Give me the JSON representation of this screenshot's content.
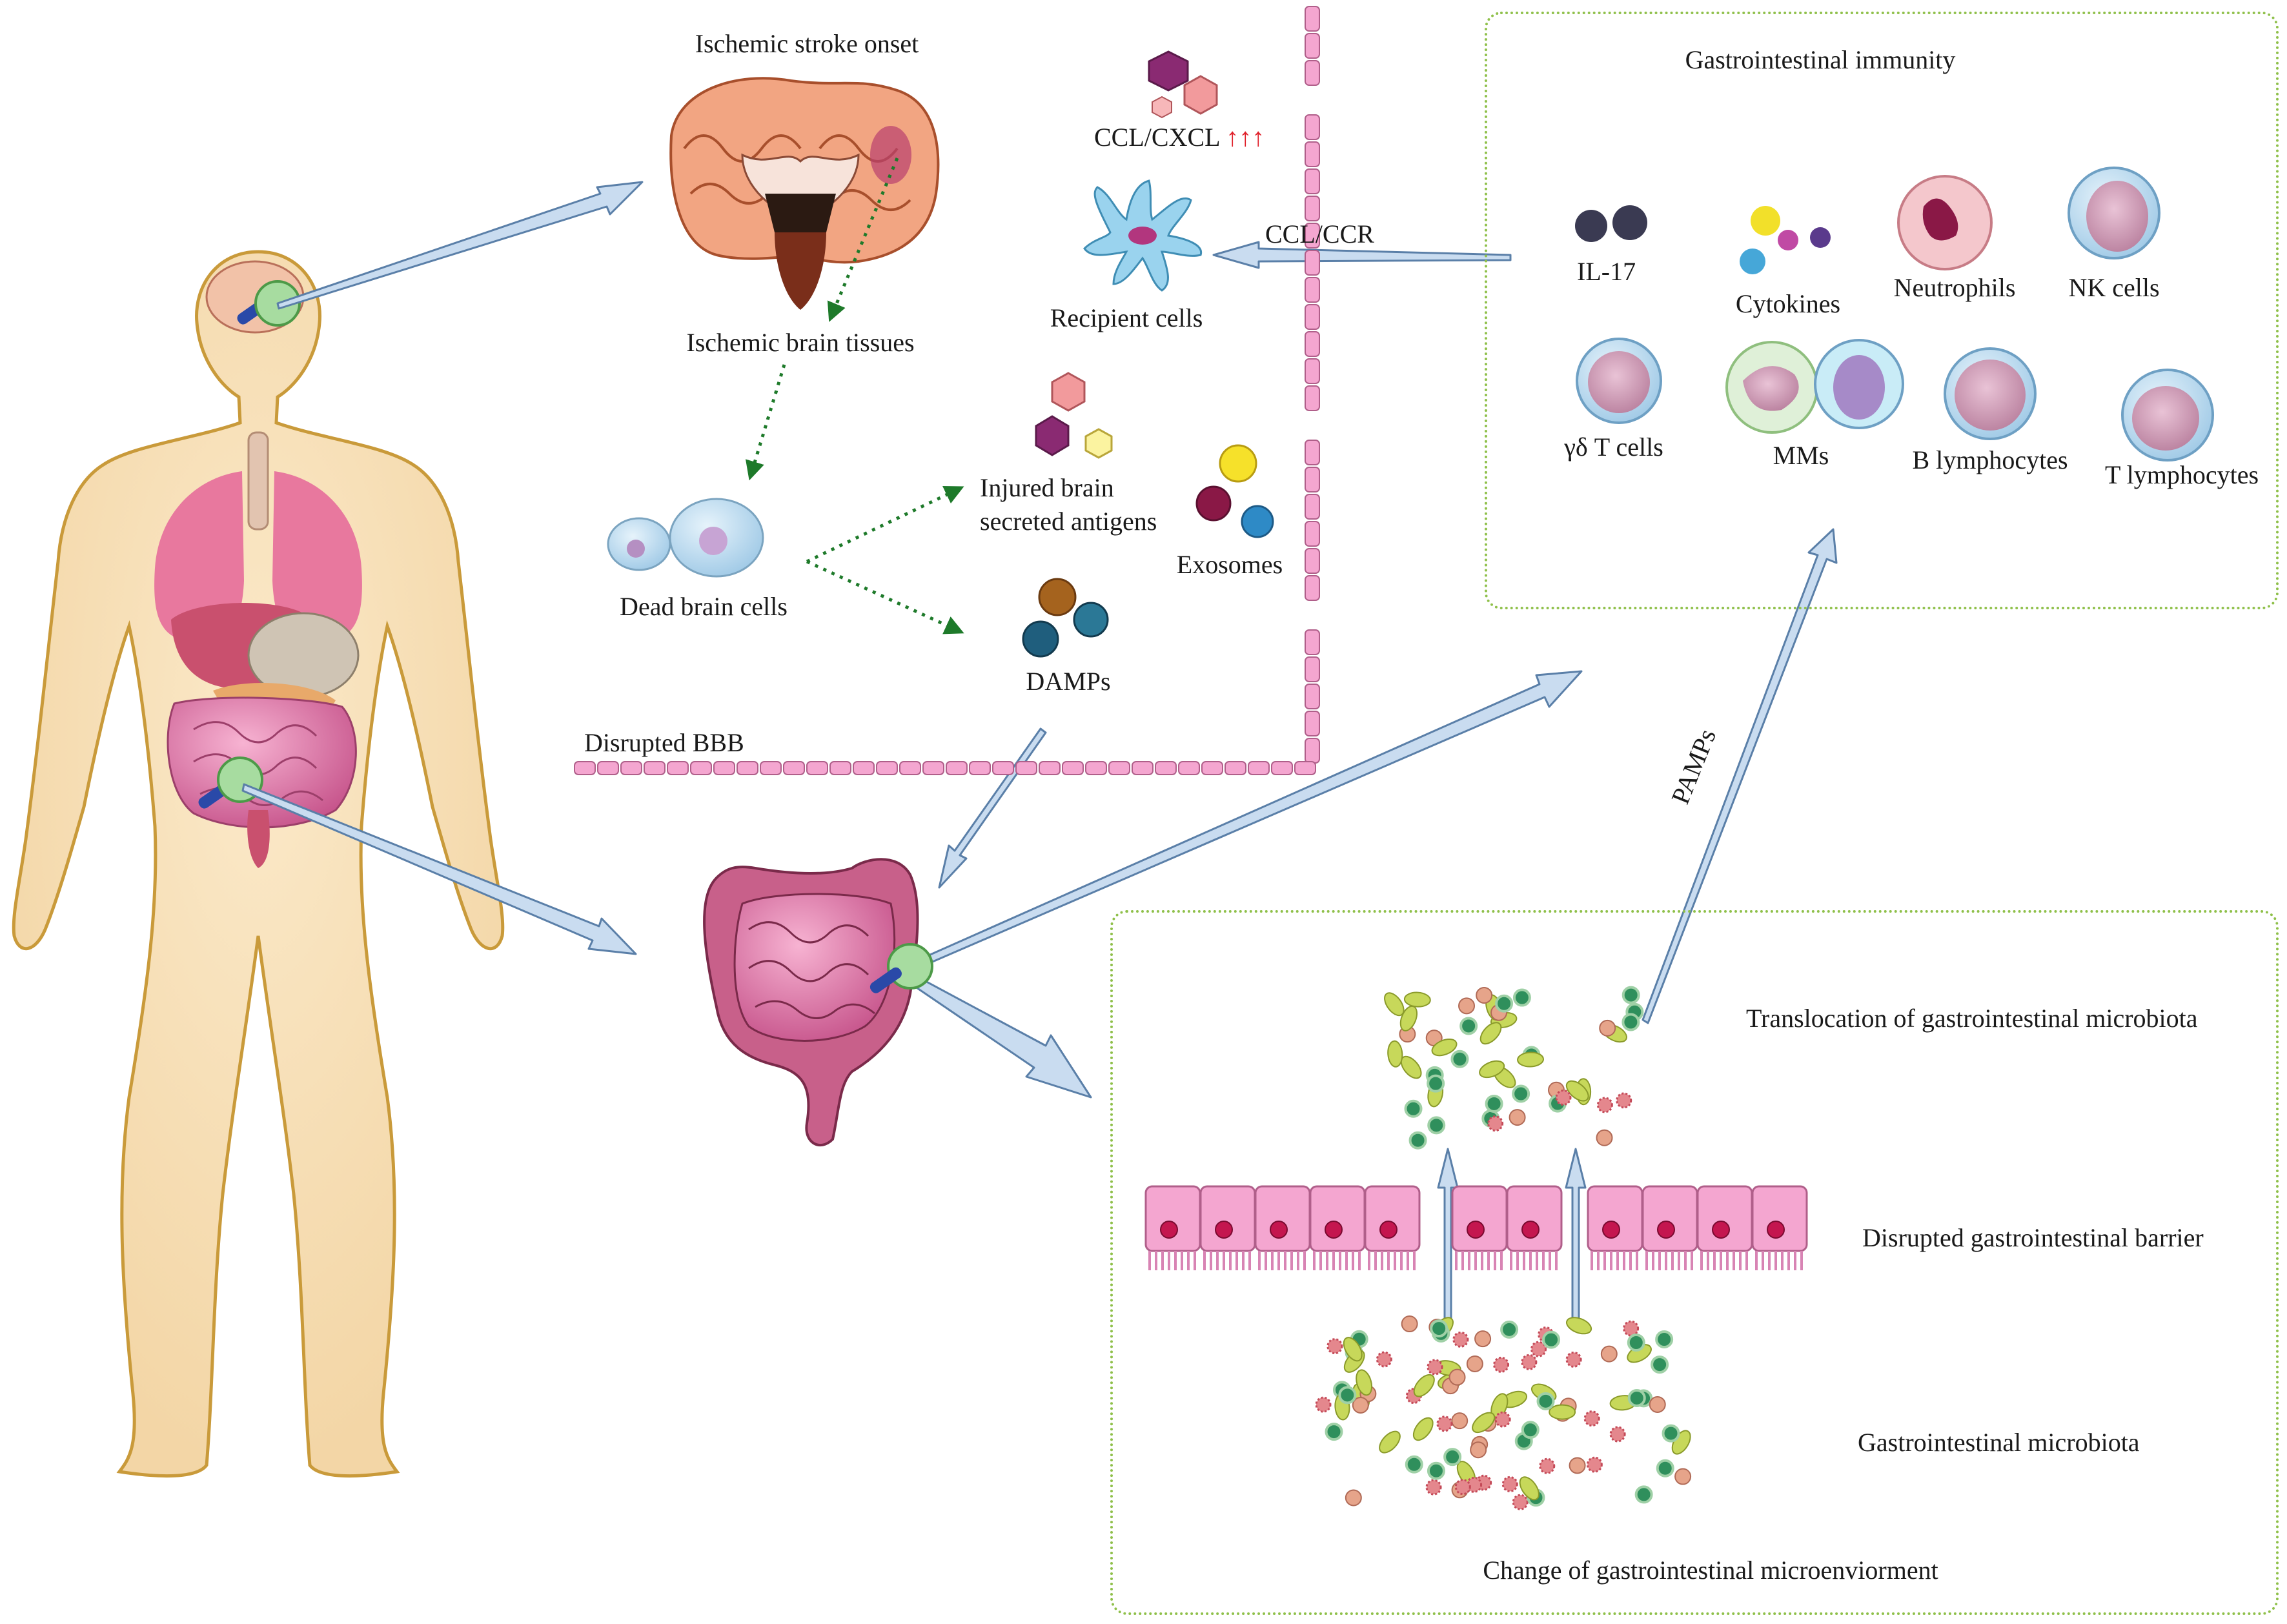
{
  "labels": {
    "stroke_onset": "Ischemic stroke onset",
    "ischemic_tissues": "Ischemic brain tissues",
    "dead_cells": "Dead brain cells",
    "injured_antigens_1": "Injured brain",
    "injured_antigens_2": "secreted antigens",
    "exosomes": "Exosomes",
    "damps": "DAMPs",
    "ccl_cxcl": "CCL/CXCL",
    "ccl_cxcl_arrows": "↑↑↑",
    "recipient_cells": "Recipient cells",
    "ccl_ccr": "CCL/CCR",
    "disrupted_bbb": "Disrupted BBB",
    "pamps": "PAMPs"
  },
  "immunity_panel": {
    "title": "Gastrointestinal immunity",
    "cells": [
      "IL-17",
      "Cytokines",
      "Neutrophils",
      "NK cells",
      "γδ T cells",
      "MMs",
      "B lymphocytes",
      "T lymphocytes"
    ]
  },
  "gut_panel": {
    "translocation": "Translocation of gastrointestinal microbiota",
    "barrier": "Disrupted gastrointestinal barrier",
    "microbiota": "Gastrointestinal microbiota",
    "change": "Change of gastrointestinal microenviorment"
  },
  "colors": {
    "panel_border": "#8fc04a",
    "arrow_fill": "#c9dcf0",
    "arrow_stroke": "#5a7fa8",
    "green_arrow": "#1e7a2a",
    "epithelium": "#f4a6d0",
    "accent_red": "#e0202a"
  }
}
